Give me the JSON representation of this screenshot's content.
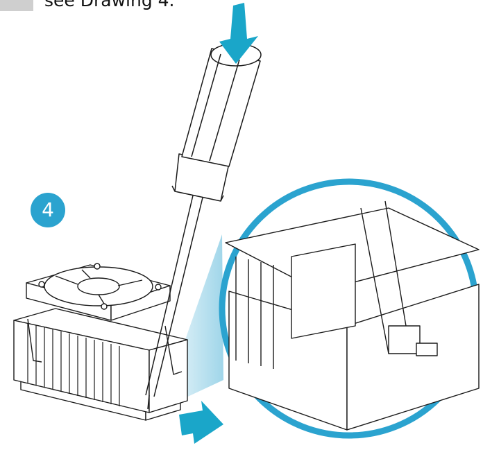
{
  "caption": {
    "text": "see Drawing 4."
  },
  "step": {
    "number": "4"
  },
  "colors": {
    "accent": "#2ba3cf",
    "arrow": "#1aa6c9",
    "line": "#1a1a1a",
    "tab": "#cfcfcf"
  },
  "icons": [
    "down-arrow-icon",
    "right-arrow-icon",
    "screwdriver",
    "heatsink-fan",
    "magnifier-circle"
  ]
}
